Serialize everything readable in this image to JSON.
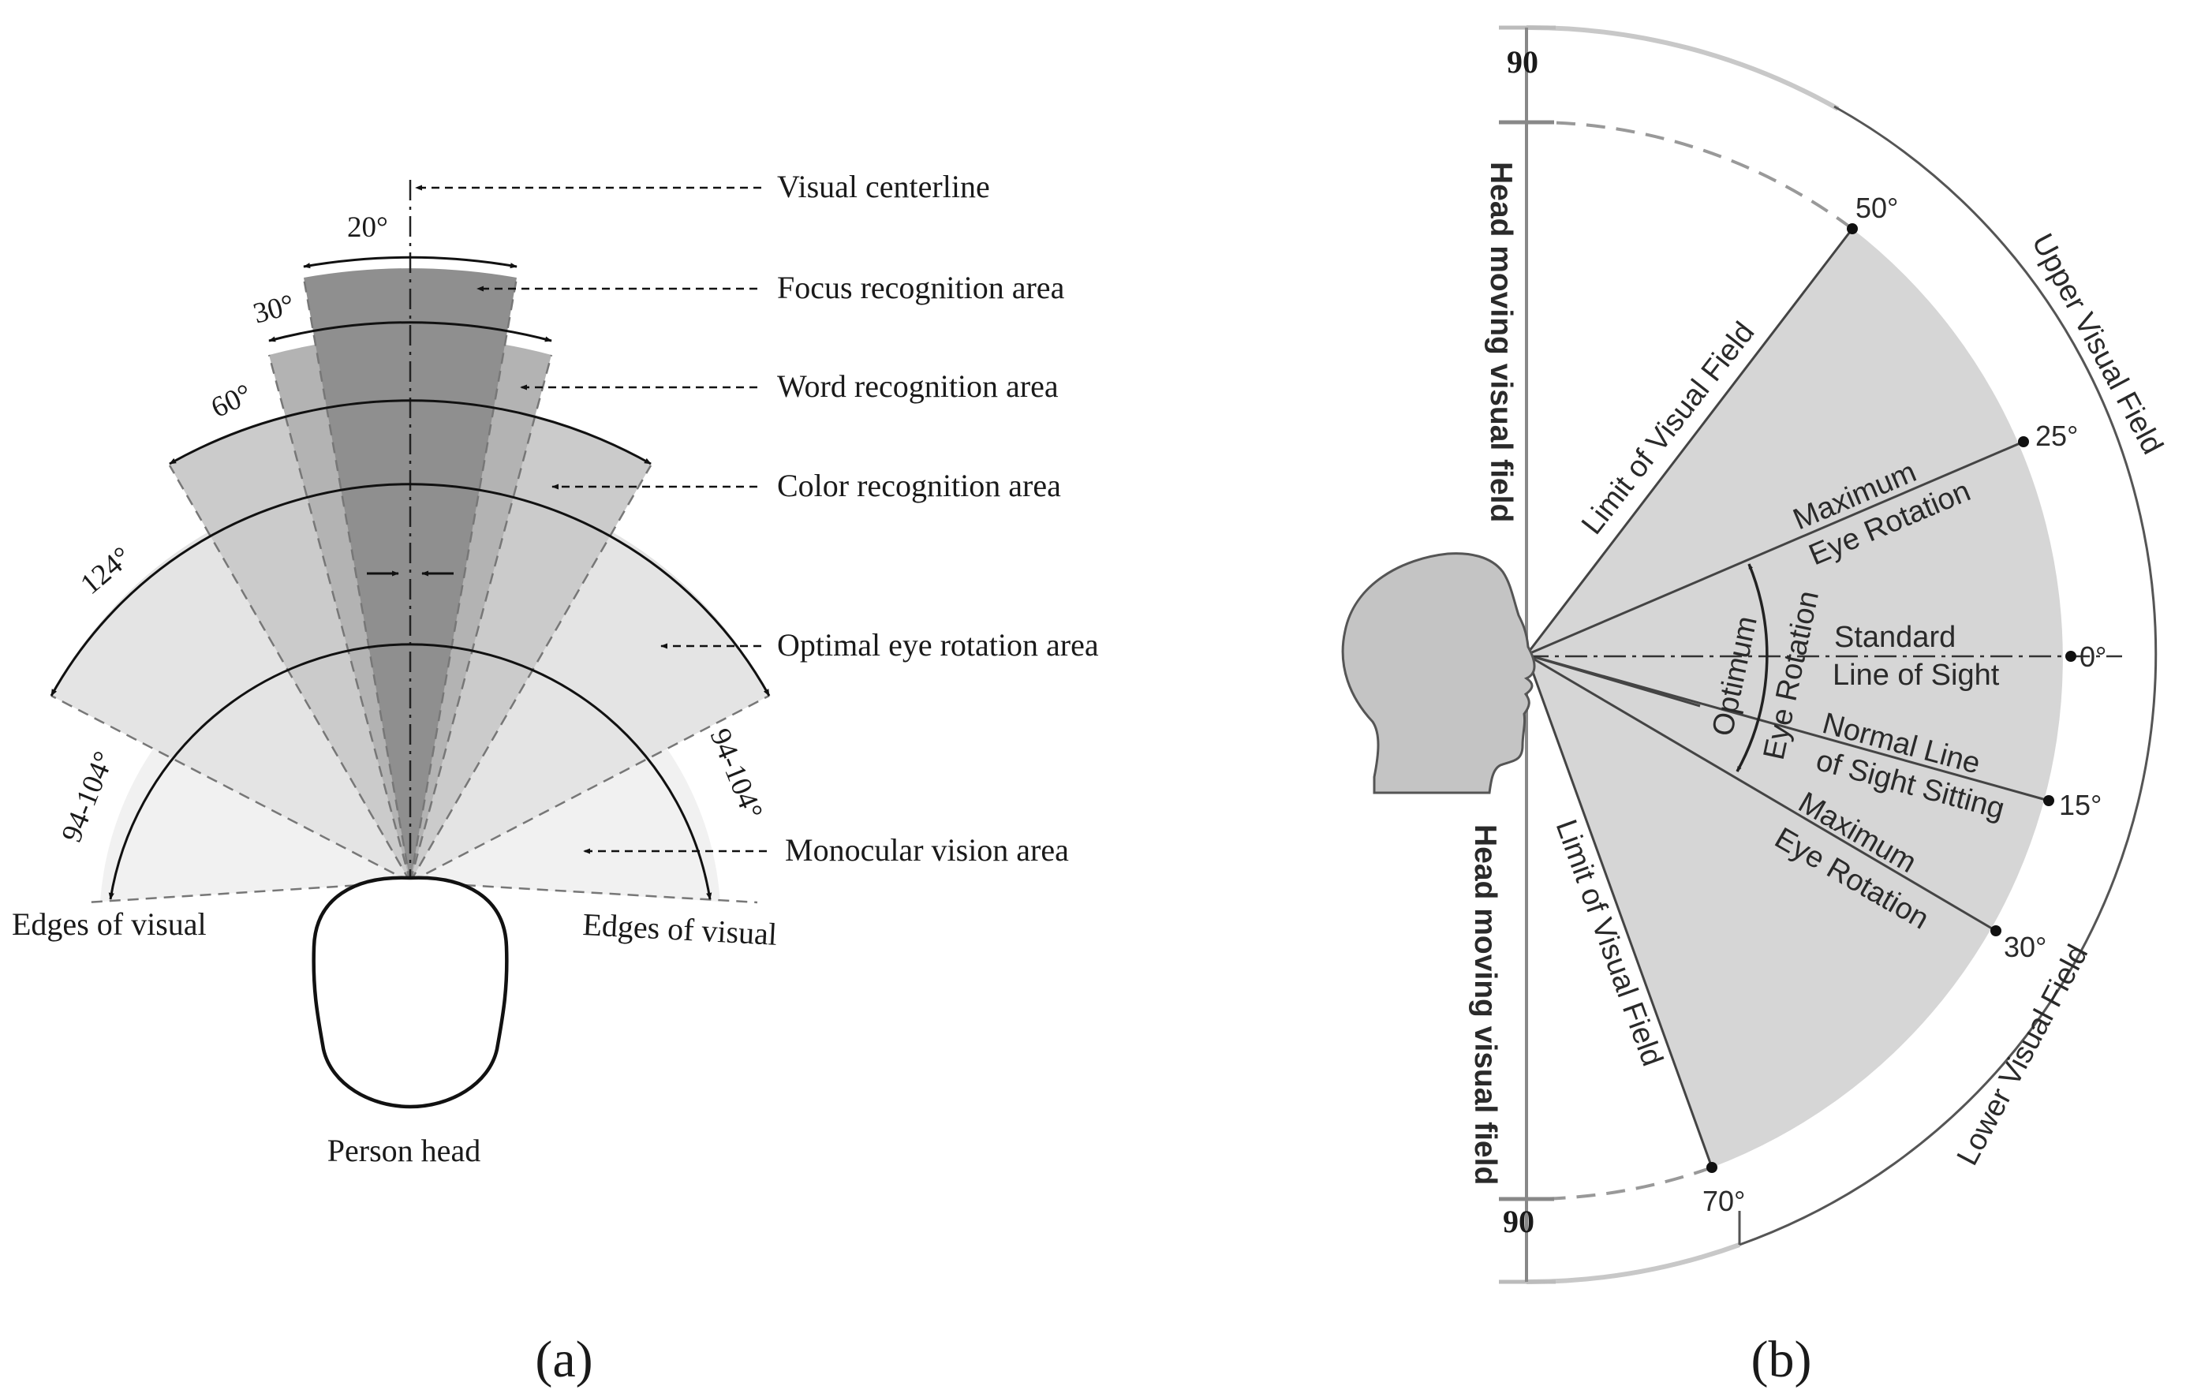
{
  "panel_a": {
    "angles": {
      "focus": "20°",
      "word": "30°",
      "color": "60°",
      "optimal": "124°",
      "mono_left": "94-104°",
      "mono_right": "94-104°"
    },
    "labels": {
      "visual_centerline": "Visual centerline",
      "focus_area": "Focus recognition area",
      "word_area": "Word recognition area",
      "color_area": "Color recognition area",
      "optimal_area": "Optimal eye rotation area",
      "monocular_area": "Monocular vision area",
      "edges_left": "Edges of visual",
      "edges_right": "Edges of visual",
      "person_head": "Person head"
    },
    "caption": "(a)"
  },
  "panel_b": {
    "top_number": "90",
    "bottom_number": "90",
    "head_moving_top": "Head moving visual field",
    "head_moving_bottom": "Head moving visual field",
    "limit_top": "Limit of Visual Field",
    "limit_bottom": "Limit of Visual Field",
    "upper_visual_field": "Upper Visual Field",
    "lower_visual_field": "Lower Visual Field",
    "max_eye_top_1": "Maximum",
    "max_eye_top_2": "Eye Rotation",
    "max_eye_bottom_1": "Maximum",
    "max_eye_bottom_2": "Eye Rotation",
    "standard_1": "Standard",
    "standard_2": "Line of Sight",
    "normal_1": "Normal Line",
    "normal_2": "of Sight Sitting",
    "optimum_1": "Optimum",
    "optimum_2": "Eye Rotation",
    "degrees": {
      "d50": "50°",
      "d25": "25°",
      "d0": "0°",
      "d15": "15°",
      "d30": "30°",
      "d70": "70°"
    },
    "caption": "(b)"
  },
  "colors": {
    "darkest": "#8f8f8f",
    "dark": "#b3b3b3",
    "medium": "#cbcbcb",
    "light": "#e4e4e4",
    "lightest": "#f1f1f1",
    "panel_b_fill": "#d6d6d6",
    "outer_arc": "#c8c8c8",
    "head_fill": "#c4c4c4"
  }
}
